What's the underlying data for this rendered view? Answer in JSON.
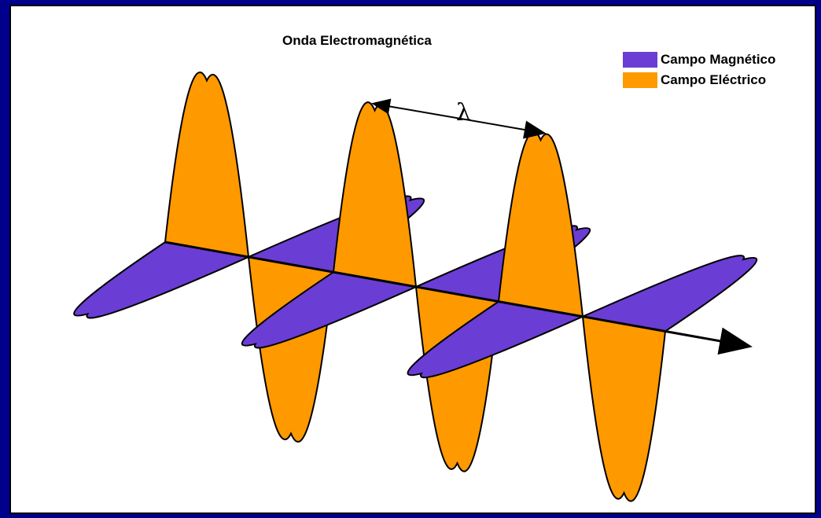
{
  "title": "Onda Electromagnética",
  "legend": [
    {
      "label": "Campo Magnético",
      "color": "#6a3dd4"
    },
    {
      "label": "Campo Eléctrico",
      "color": "#ff9900"
    }
  ],
  "wavelength_symbol": "λ",
  "colors": {
    "background": "#00008c",
    "panel": "#ffffff",
    "magnetic": "#6a3dd4",
    "electric": "#ff9900",
    "outline": "#000000"
  }
}
